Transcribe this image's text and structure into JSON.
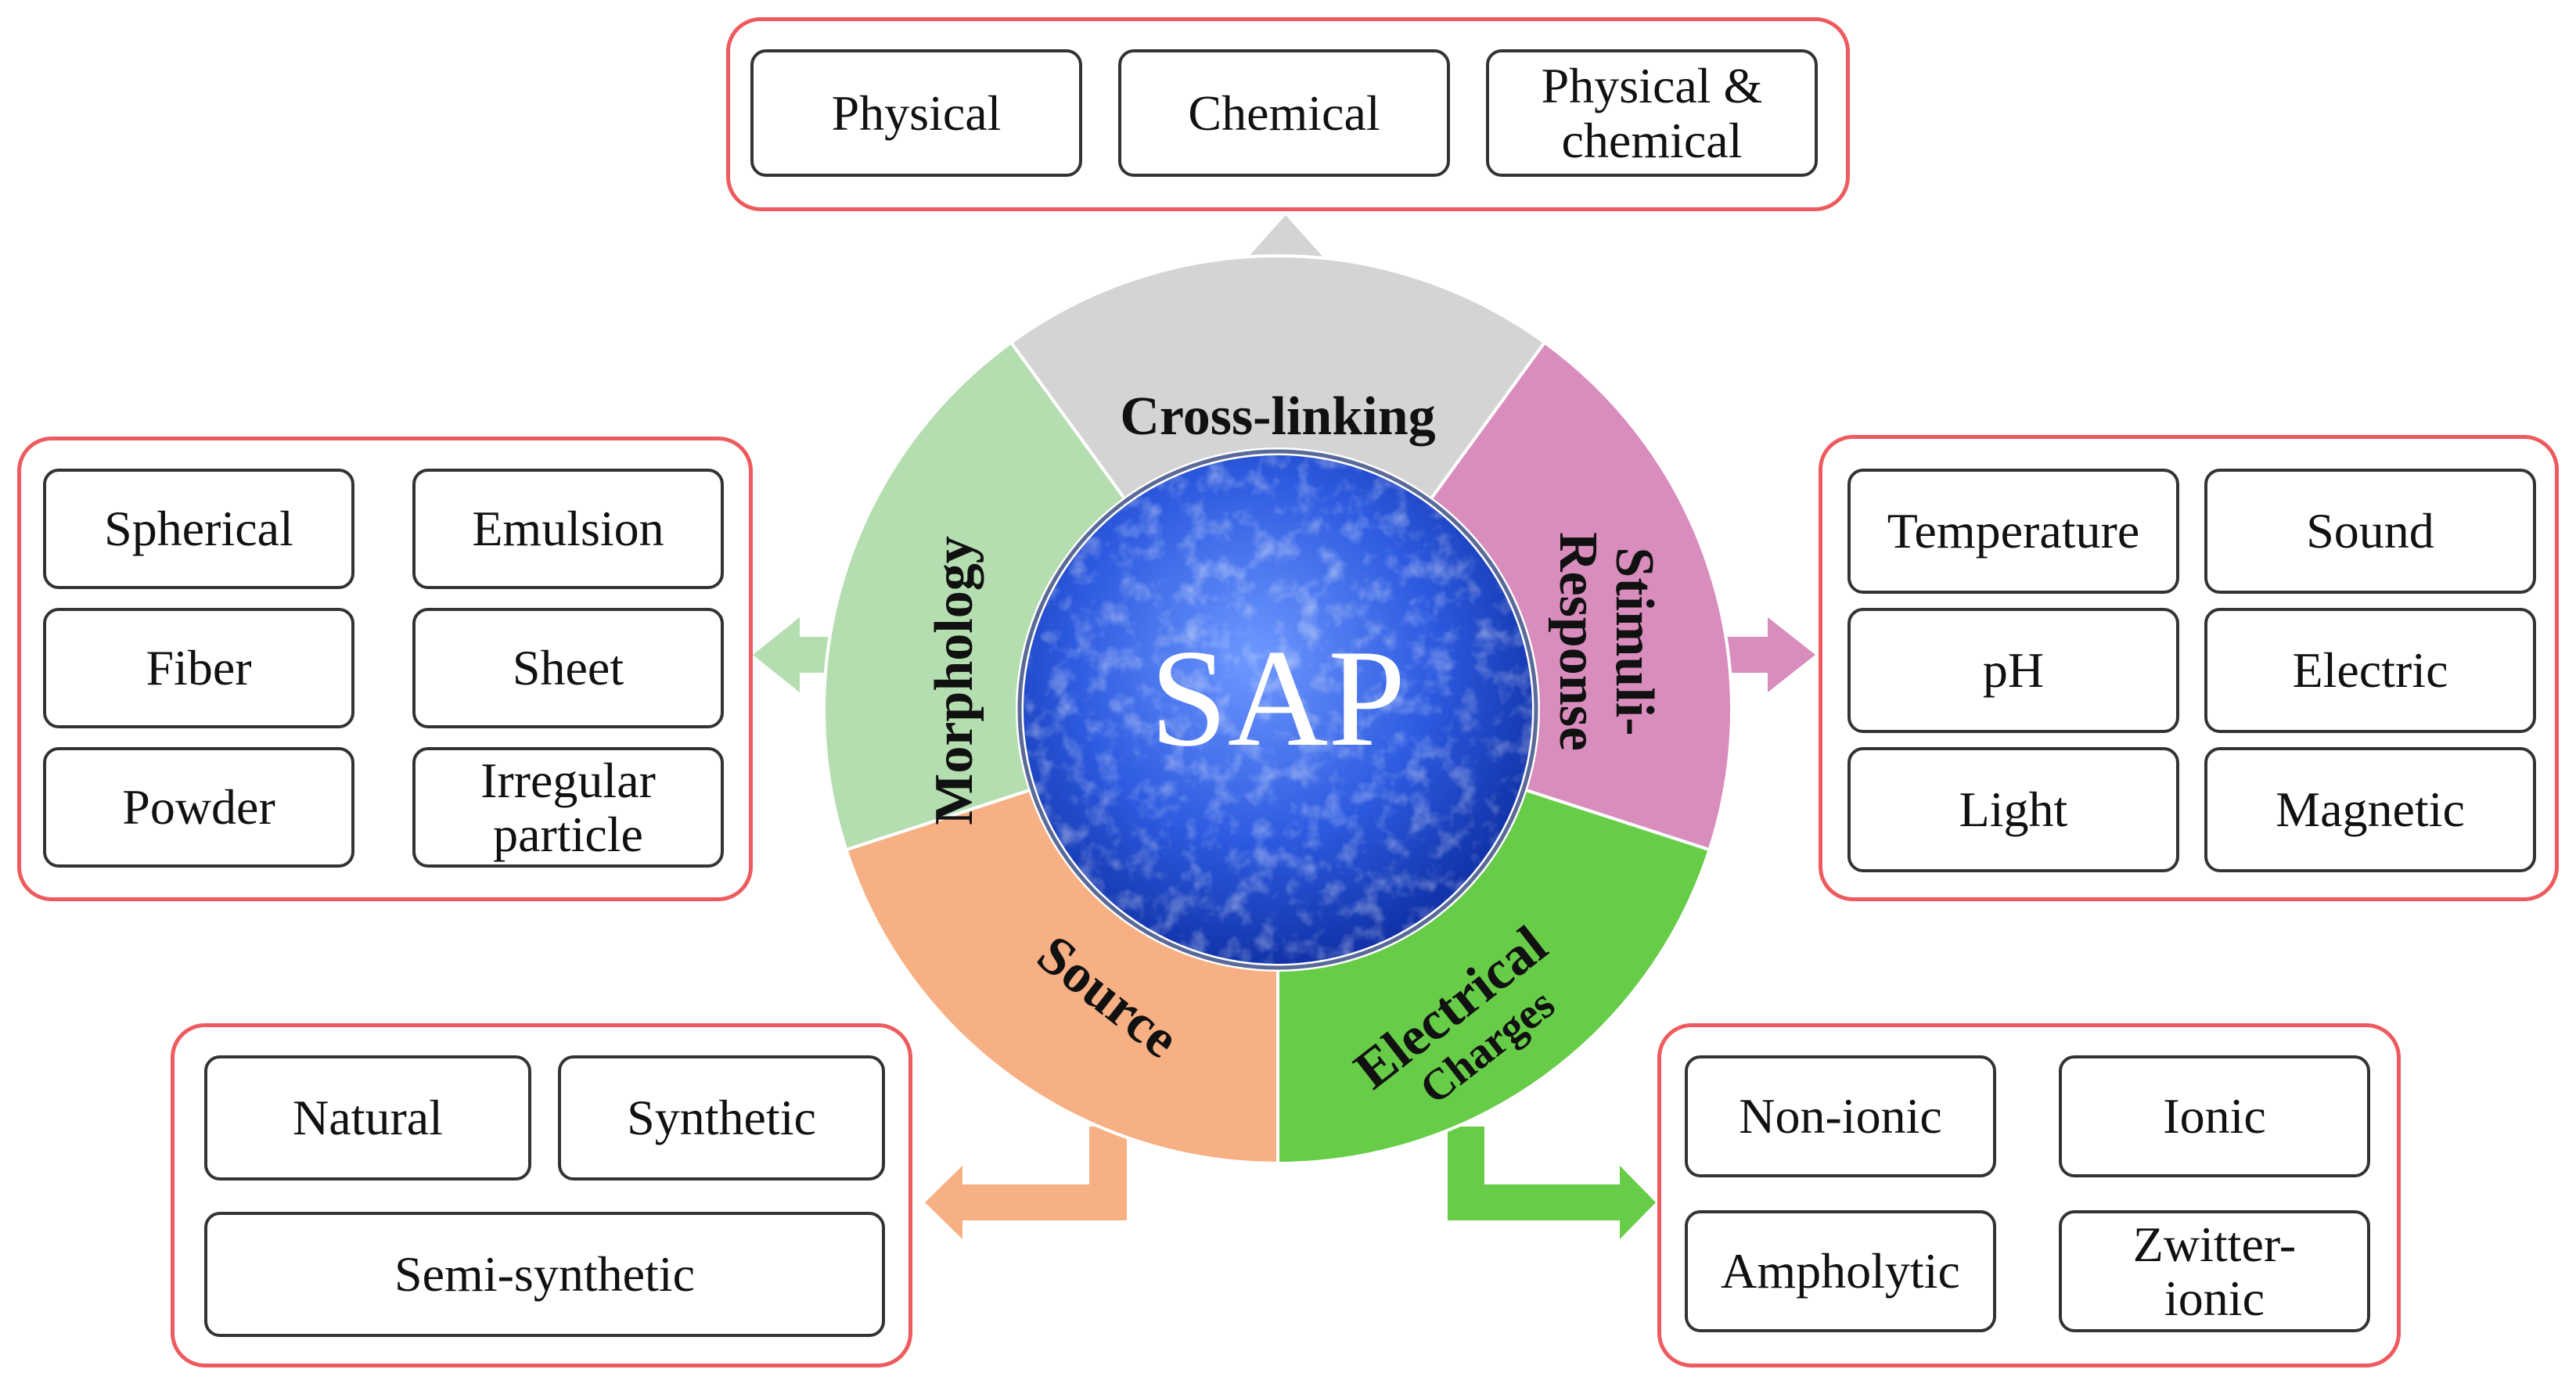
{
  "center": {
    "label": "SAP"
  },
  "colors": {
    "group_border": "#ee5b5e",
    "crosslinking": "#d4d4d4",
    "stimuli": "#d98dbd",
    "electrical": "#67cc48",
    "source": "#f7b083",
    "morphology": "#b5deb0",
    "core_gradient": [
      "#6f99ff",
      "#2d5ae0",
      "#0c2b9e"
    ]
  },
  "segments": [
    {
      "id": "crosslinking",
      "label": "Cross-linking"
    },
    {
      "id": "stimuli",
      "label": "Stimuli-\nResponse"
    },
    {
      "id": "electrical",
      "label": "Electrical",
      "sublabel": "Charges"
    },
    {
      "id": "source",
      "label": "Source"
    },
    {
      "id": "morphology",
      "label": "Morphology"
    }
  ],
  "groups": {
    "crosslinking": [
      "Physical",
      "Chemical",
      "Physical &\nchemical"
    ],
    "morphology": [
      "Spherical",
      "Emulsion",
      "Fiber",
      "Sheet",
      "Powder",
      "Irregular\nparticle"
    ],
    "stimuli": [
      "Temperature",
      "Sound",
      "pH",
      "Electric",
      "Light",
      "Magnetic"
    ],
    "source": [
      "Natural",
      "Synthetic",
      "Semi-synthetic"
    ],
    "electrical": [
      "Non-ionic",
      "Ionic",
      "Ampholytic",
      "Zwitter-\nionic"
    ]
  }
}
